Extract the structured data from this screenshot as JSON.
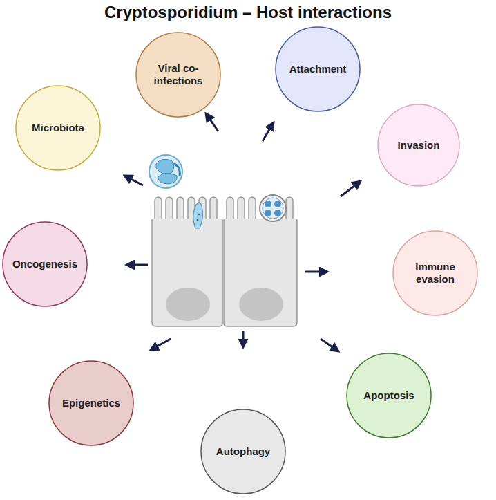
{
  "diagram": {
    "title": "Cryptosporidium – Host interactions",
    "nodes": [
      {
        "text": [
          "Viral co-infections"
        ]
      },
      {
        "text": [
          "Attachment"
        ]
      },
      {
        "text": [
          "Microbiota"
        ]
      },
      {
        "text": [
          "Invasion"
        ]
      },
      {
        "text": [
          "Oncogenesis"
        ]
      },
      {
        "text": [
          "Immune evasion"
        ]
      },
      {
        "text": [
          "Epigenetics"
        ]
      },
      {
        "text": [
          "Apoptosis"
        ]
      },
      {
        "text": [
          "Autophagy"
        ]
      }
    ]
  }
}
